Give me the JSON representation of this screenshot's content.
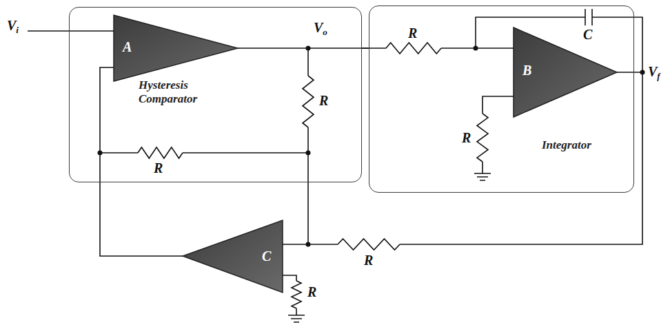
{
  "diagram": {
    "nodes": [
      {
        "text": [
          "Hysteresis Comparator"
        ]
      },
      {
        "text": [
          "Integrator"
        ]
      }
    ],
    "edges": [
      {
        "from": 0,
        "to": 1,
        "arrow": "none"
      }
    ],
    "labels": [
      "Vi",
      "A",
      "Vo",
      "R",
      "R",
      "R",
      "C",
      "B",
      "R",
      "Vf",
      "R",
      "C",
      "R"
    ]
  }
}
